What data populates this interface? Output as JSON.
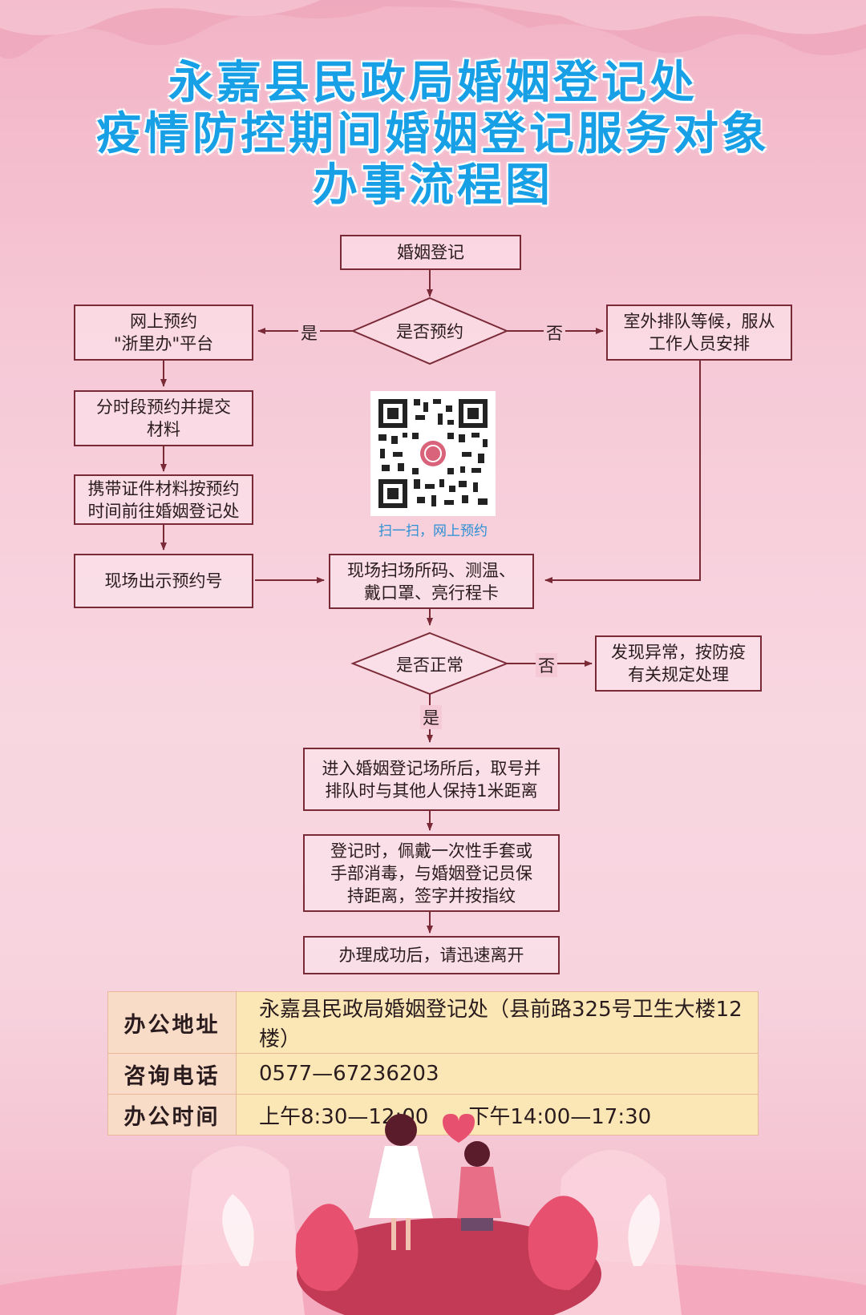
{
  "title": {
    "line1": "永嘉县民政局婚姻登记处",
    "line2": "疫情防控期间婚姻登记服务对象",
    "line3": "办事流程图"
  },
  "flow": {
    "start": "婚姻登记",
    "decision_reserve": "是否预约",
    "yes_label": "是",
    "no_label": "否",
    "online_line1": "网上预约",
    "online_line2": "\"浙里办\"平台",
    "timeslot_line1": "分时段预约并提交",
    "timeslot_line2": "材料",
    "bring_line1": "携带证件材料按预约",
    "bring_line2": "时间前往婚姻登记处",
    "show_number": "现场出示预约号",
    "queue_line1": "室外排队等候，服从",
    "queue_line2": "工作人员安排",
    "scan_line1": "现场扫场所码、测温、",
    "scan_line2": "戴口罩、亮行程卡",
    "decision_normal": "是否正常",
    "abnormal_line1": "发现异常，按防疫",
    "abnormal_line2": "有关规定处理",
    "enter_line1": "进入婚姻登记场所后，取号并",
    "enter_line2": "排队时与其他人保持1米距离",
    "register_line1": "登记时，佩戴一次性手套或",
    "register_line2": "手部消毒，与婚姻登记员保",
    "register_line3": "持距离，签字并按指纹",
    "finish": "办理成功后，请迅速离开"
  },
  "qr": {
    "caption": "扫一扫，网上预约"
  },
  "info": {
    "address_label": "办公地址",
    "address_value": "永嘉县民政局婚姻登记处（县前路325号卫生大楼12楼）",
    "phone_label": "咨询电话",
    "phone_value": "0577—67236203",
    "hours_label": "办公时间",
    "hours_am": "上午8:30—12:00",
    "hours_pm": "下午14:00—17:30"
  },
  "colors": {
    "title": "#17a0e6",
    "border": "#7a2a36",
    "background": "#f6c8d6",
    "qr_caption": "#2b8fd4",
    "table_key": "#f9dcc8",
    "table_value": "#fbe7b5"
  }
}
